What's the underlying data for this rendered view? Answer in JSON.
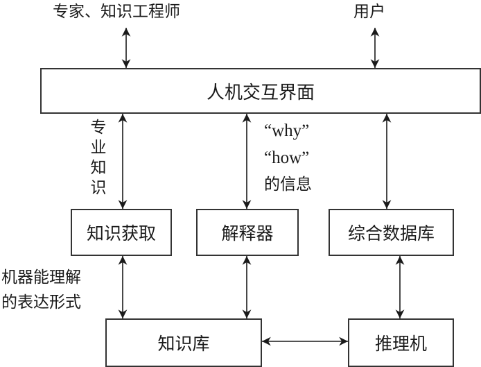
{
  "diagram": {
    "top_labels": {
      "experts": "专家、知识工程师",
      "user": "用户"
    },
    "boxes": {
      "interface": "人机交互界面",
      "knowledge_acquisition": "知识获取",
      "explainer": "解释器",
      "database": "综合数据库",
      "knowledge_base": "知识库",
      "inference_engine": "推理机"
    },
    "edge_labels": {
      "domain_knowledge": [
        "专",
        "业",
        "知",
        "识"
      ],
      "why": "“why”",
      "how": "“how”",
      "info": "的信息",
      "machine_form_line1": "机器能理解",
      "machine_form_line2": "的表达形式"
    },
    "edges": [
      {
        "from": "experts",
        "to": "interface",
        "direction": "bidirectional"
      },
      {
        "from": "user",
        "to": "interface",
        "direction": "bidirectional"
      },
      {
        "from": "interface",
        "to": "knowledge_acquisition",
        "direction": "bidirectional"
      },
      {
        "from": "interface",
        "to": "explainer",
        "direction": "bidirectional"
      },
      {
        "from": "interface",
        "to": "database",
        "direction": "bidirectional"
      },
      {
        "from": "knowledge_acquisition",
        "to": "knowledge_base",
        "direction": "bidirectional"
      },
      {
        "from": "explainer",
        "to": "knowledge_base",
        "direction": "bidirectional"
      },
      {
        "from": "database",
        "to": "inference_engine",
        "direction": "bidirectional"
      },
      {
        "from": "knowledge_base",
        "to": "inference_engine",
        "direction": "bidirectional"
      }
    ]
  }
}
